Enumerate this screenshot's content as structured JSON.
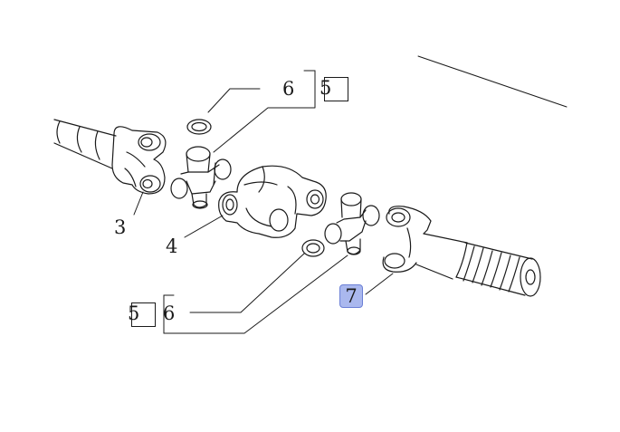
{
  "callouts": {
    "item_3": "3",
    "item_4": "4",
    "item_6_top": "6",
    "item_5_top": "5",
    "item_5_bottom": "5",
    "item_6_bottom": "6",
    "item_7": "7"
  },
  "colors": {
    "line": "#1a1a1a",
    "highlight_fill": "#aab8ee",
    "highlight_border": "#6b7fd6"
  }
}
